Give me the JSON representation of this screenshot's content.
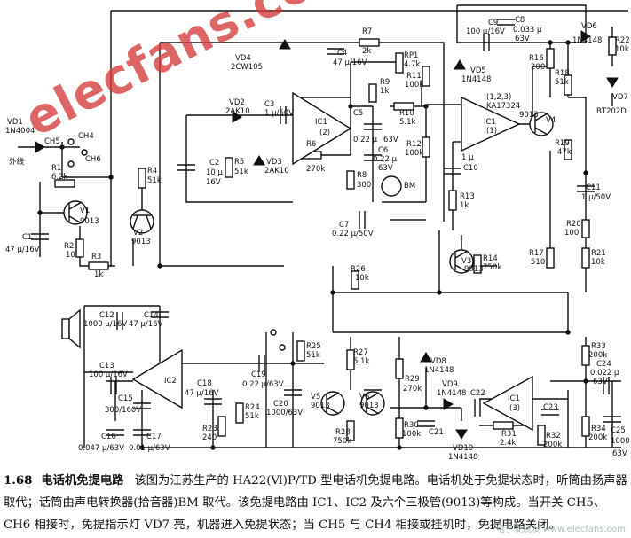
{
  "watermark": "elecfans.com",
  "caption": {
    "number": "1.68",
    "title": "电话机免提电路",
    "body": "该图为江苏生产的 HA22(Ⅵ)P/TD 型电话机免提电路。电话机处于免提状态时，听筒由扬声器取代；话筒由声电转换器(拾音器)BM 取代。该免提电路由 IC1、IC2 及六个三极管(9013)等构成。当开关 CH5、CH6 相接时，免提指示灯 VD7 亮，机器进入免提状态；当 CH5 与 CH4 相接或挂机时，免提电路关闭。"
  },
  "logo": "电子发烧友 www.elecfans.com",
  "labels": {
    "vd1": "VD1",
    "vd1_v": "1N4004",
    "ch5": "CH5",
    "ch4": "CH4",
    "ch6": "CH6",
    "line": "外线",
    "r1": "R1",
    "r1_v": "6.2k",
    "v1": "V1",
    "v1_v": "9013",
    "c1": "C1",
    "c1_v": "47 μ/16V",
    "r2": "R2",
    "r2_v": "10",
    "r3": "R3",
    "r3_v": "1k",
    "r4": "R4",
    "r4_v": "51k",
    "v2": "V2",
    "v2_v": "9013",
    "vd4": "VD4",
    "vd4_v": "2CW105",
    "c4": "C4",
    "c4_v": "47 μ/16V",
    "vd2": "VD2",
    "vd2_v": "2AK10",
    "vd3": "VD3",
    "vd3_v": "2AK10",
    "c2": "C2",
    "c2_v": "10 μ",
    "c2_v2": "16V",
    "r5": "R5",
    "r5_v": "51k",
    "c3": "C3",
    "c3_v": "1 μ/50V",
    "ic1_2": "IC1",
    "ic1_2_v": "(2)",
    "r6": "R6",
    "r6_v": "270k",
    "r8": "R8",
    "r8_v": "300",
    "c5": "C5",
    "c5_v": "0.22 μ",
    "c6": "C6",
    "c6_v": "0.22 μ",
    "c6_v2": "63V",
    "c5_v2": "63V",
    "bm": "BM",
    "r7": "R7",
    "r7_v": "2k",
    "rp1": "RP1",
    "rp1_v": "4.7k",
    "r9": "R9",
    "r9_v": "1k",
    "r11": "R11",
    "r11_v": "100k",
    "r10": "R10",
    "r10_v": "5.1k",
    "r12": "R12",
    "r12_v": "100k",
    "c7": "C7",
    "c7_v": "0.22 μ/50V",
    "c9": "C9",
    "c9_v": "100 μ/16V",
    "c8": "C8",
    "c8_v": "0.033 μ",
    "c8_v2": "63V",
    "vd6": "VD6",
    "vd6_v": "1N4148",
    "r22": "R22",
    "r22_v": "10k",
    "vd7": "VD7",
    "vd7_v": "BT202D",
    "vd5": "VD5",
    "vd5_v": "1N4148",
    "r16": "R16",
    "r16_v": "200",
    "r18": "R18",
    "r18_v": "51k",
    "ic1_1": "IC1",
    "ic1_1_v": "(1)",
    "ic1_type": "KA17324",
    "pins": "(1,2,3)",
    "v4": "V4",
    "v4_v": "9013",
    "r19": "R19",
    "r19_v": "47k",
    "c10": "C10",
    "c10_v": "1 μ",
    "r13": "R13",
    "r13_v": "1k",
    "c11": "C11",
    "c11_v": "1 μ/50V",
    "r20": "R20",
    "r20_v": "100",
    "r21": "R21",
    "r21_v": "10k",
    "v3": "V3",
    "v3_v": "9013",
    "r14": "R14",
    "r14_v": "750k",
    "r17": "R17",
    "r17_v": "510",
    "r26": "R26",
    "r26_v": "10k",
    "c12": "C12",
    "c12_v": "1000 μ/16V",
    "c14": "C14",
    "c14_v": "47 μ/16V",
    "c13": "C13",
    "c13_v": "100 μ/16V",
    "ic2": "IC2",
    "c15": "C15",
    "c15_v": "300/160V",
    "c16": "C16",
    "c16_v": "0.047 μ/63V",
    "c17": "C17",
    "c17_v": "0.01 μ/63V",
    "c18": "C18",
    "c18_v": "47 μ/16V",
    "r23": "R23",
    "r23_v": "240",
    "c19": "C19",
    "c19_v": "0.22 μ/63V",
    "r24": "R24",
    "r24_v": "51k",
    "c20": "C20",
    "c20_v": "1000/63V",
    "r25": "R25",
    "r25_v": "51k",
    "r27": "R27",
    "r27_v": "5.1k",
    "v5": "V5",
    "v5_v": "9013",
    "r28": "R28",
    "r28_v": "750k",
    "v6": "V6",
    "v6_v": "9013",
    "vd8": "VD8",
    "vd8_v": "1N4148",
    "r29": "R29",
    "r29_v": "270k",
    "r30": "R30",
    "r30_v": "100k",
    "c21": "C21",
    "vd9": "VD9",
    "vd9_v": "1N4148",
    "c22": "C22",
    "ic1_3": "IC1",
    "ic1_3_v": "(3)",
    "vd10": "VD10",
    "vd10_v": "1N4148",
    "r31": "R31",
    "r31_v": "2.4k",
    "c23": "C23",
    "r32": "R32",
    "r32_v": "200k",
    "r33": "R33",
    "r33_v": "200k",
    "c24": "C24",
    "c24_v": "0.022 μ",
    "c24_v2": "63V",
    "r34": "R34",
    "r34_v": "200k",
    "c25": "C25",
    "c25_v": "1000",
    "c25_v2": "63V"
  }
}
